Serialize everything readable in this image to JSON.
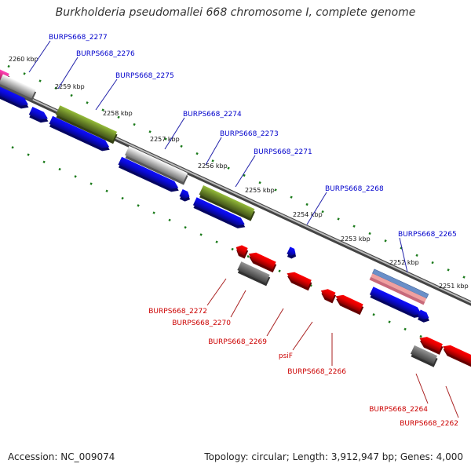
{
  "title": "Burkholderia pseudomallei 668 chromosome I, complete genome",
  "footer": {
    "accession": "Accession: NC_009074",
    "summary": "Topology: circular; Length: 3,912,947 bp; Genes: 4,000"
  },
  "colors": {
    "forward_cds": "#0a0ad8",
    "reverse_cds": "#e00000",
    "forward_gene": "#c0c0c0",
    "reverse_gene": "#707070",
    "olive_gene": "#6e8b2a",
    "rna_blue": "#6a8fc8",
    "rna_pink": "#f0a0a0",
    "magenta": "#e0308a",
    "backbone": "#777777",
    "tick": "#1a7a1a",
    "forward_label": "#0000cc",
    "reverse_label": "#cc0000"
  },
  "scale_labels": [
    "2260 kbp",
    "2259 kbp",
    "2258 kbp",
    "2257 kbp",
    "2256 kbp",
    "2255 kbp",
    "2254 kbp",
    "2253 kbp",
    "2252 kbp",
    "2251 kbp"
  ],
  "forward_labels": [
    "BURPS668_2277",
    "BURPS668_2276",
    "BURPS668_2275",
    "BURPS668_2274",
    "BURPS668_2273",
    "BURPS668_2271",
    "BURPS668_2268",
    "BURPS668_2265"
  ],
  "reverse_labels": [
    "BURPS668_2272",
    "BURPS668_2270",
    "BURPS668_2269",
    "psiF",
    "BURPS668_2266",
    "BURPS668_2264",
    "BURPS668_2262"
  ]
}
